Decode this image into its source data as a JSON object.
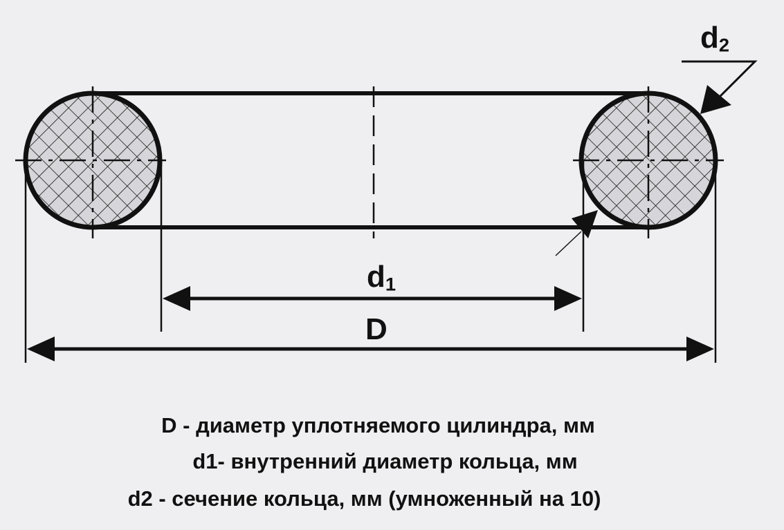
{
  "labels": {
    "d2_main": "d",
    "d2_sub": "2",
    "d1_main": "d",
    "d1_sub": "1",
    "D": "D"
  },
  "legend": [
    "D - диаметр уплотняемого цилиндра,  мм",
    "d1- внутренний диаметр кольца, мм",
    "d2 - сечение кольца, мм (умноженный на 10)"
  ],
  "colors": {
    "line": "#111111",
    "fill": "#d6d6da",
    "background": "#efeff1"
  }
}
